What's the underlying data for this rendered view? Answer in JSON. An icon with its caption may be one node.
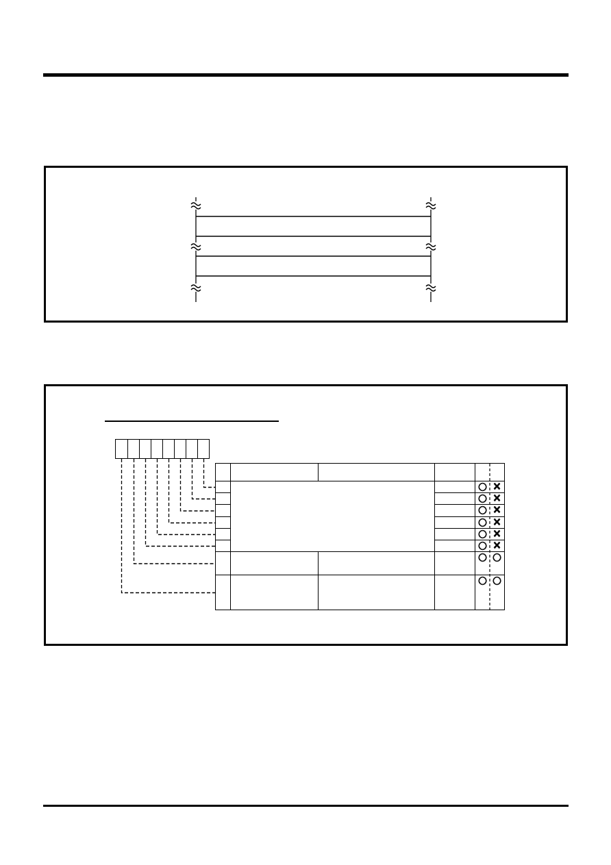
{
  "diagram": {
    "nodes": [
      {
        "text": [],
        "shape": "box"
      },
      {
        "text": [],
        "shape": "box"
      },
      {
        "text": [],
        "shape": "box"
      },
      {
        "text": [],
        "shape": "box"
      },
      {
        "text": [],
        "shape": "box"
      },
      {
        "text": [],
        "shape": "box"
      },
      {
        "text": [],
        "shape": "box"
      },
      {
        "text": [],
        "shape": "box"
      },
      {
        "text": [],
        "shape": "box"
      },
      {
        "text": [],
        "shape": "box"
      },
      {
        "text": [],
        "shape": "box"
      },
      {
        "text": [],
        "shape": "box"
      },
      {
        "text": [],
        "shape": "box"
      },
      {
        "text": [],
        "shape": "box"
      },
      {
        "text": [],
        "shape": "box"
      },
      {
        "text": [],
        "shape": "box"
      }
    ],
    "edges": [
      {
        "from": 7,
        "to": 8,
        "arrow": "none",
        "style": "dashed"
      },
      {
        "from": 6,
        "to": 9,
        "arrow": "none",
        "style": "dashed"
      },
      {
        "from": 5,
        "to": 10,
        "arrow": "none",
        "style": "dashed"
      },
      {
        "from": 4,
        "to": 11,
        "arrow": "none",
        "style": "dashed"
      },
      {
        "from": 3,
        "to": 12,
        "arrow": "none",
        "style": "dashed"
      },
      {
        "from": 2,
        "to": 13,
        "arrow": "none",
        "style": "dashed"
      },
      {
        "from": 1,
        "to": 14,
        "arrow": "none",
        "style": "dashed"
      },
      {
        "from": 0,
        "to": 15,
        "arrow": "none",
        "style": "dashed"
      }
    ],
    "labels": [
      "○",
      "×",
      "○",
      "×",
      "○",
      "×",
      "○",
      "×",
      "○",
      "×",
      "○",
      "×",
      "○",
      "○",
      "○",
      "○"
    ]
  }
}
